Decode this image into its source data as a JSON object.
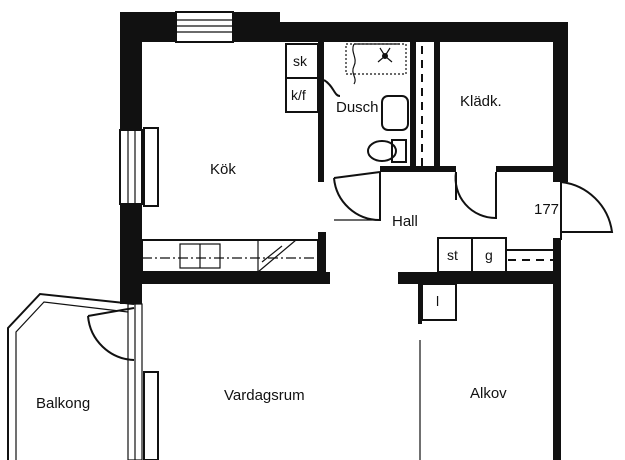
{
  "rooms": {
    "kok": "Kök",
    "dusch": "Dusch",
    "kladk": "Klädk.",
    "hall": "Hall",
    "number": "177",
    "vardagsrum": "Vardagsrum",
    "alkov": "Alkov",
    "balkong": "Balkong"
  },
  "fixtures": {
    "sk": "sk",
    "kf": "k/f",
    "st": "st",
    "g": "g",
    "l": "l"
  },
  "colors": {
    "ink": "#111111",
    "paper": "#ffffff"
  }
}
